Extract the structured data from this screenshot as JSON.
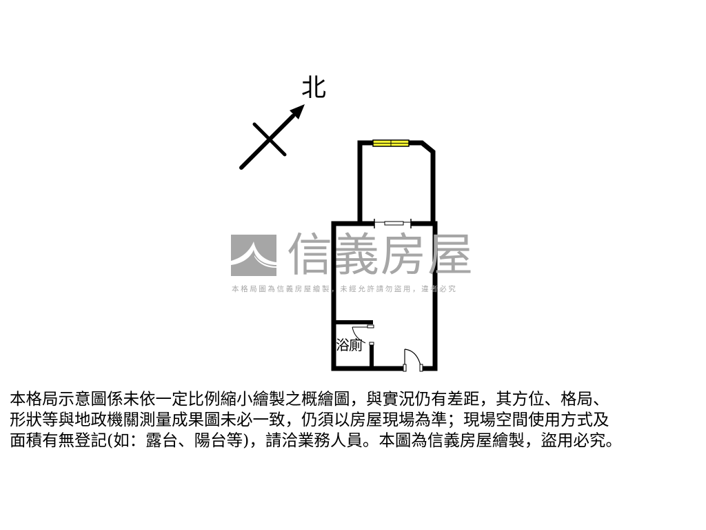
{
  "compass": {
    "direction_label": "北",
    "arrow_angle_deg": 45
  },
  "floor_plan": {
    "rooms": [
      {
        "id": "balcony",
        "label": ""
      },
      {
        "id": "main-room",
        "label": ""
      },
      {
        "id": "bathroom",
        "label": "浴廁"
      }
    ],
    "wall_color": "#000000",
    "window_color": "#ffff33"
  },
  "watermark": {
    "brand_name": "信義房屋",
    "notice": "本格局圖為信義房屋繪製，未經允許請勿盜用，違者必究",
    "color": "#a6a6a6"
  },
  "disclaimer": {
    "lines": [
      "本格局示意圖係未依一定比例縮小繪製之概繪圖，與實況仍有差距，其方位、格局、",
      "形狀等與地政機關測量成果圖未必一致，仍須以房屋現場為準；現場空間使用方式及",
      "面積有無登記(如：露台、陽台等)，請洽業務人員。本圖為信義房屋繪製，盜用必究。"
    ]
  }
}
